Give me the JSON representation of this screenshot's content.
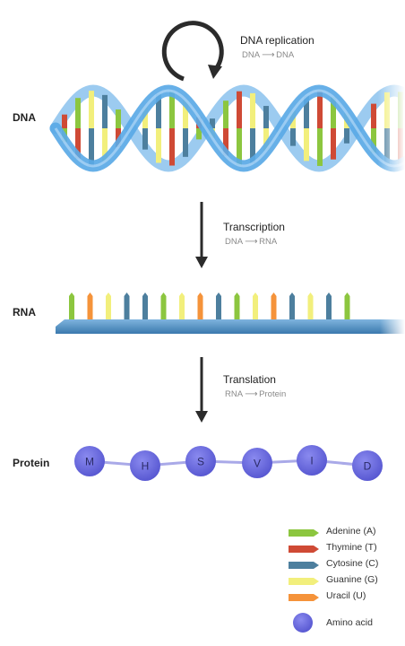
{
  "rows": {
    "dna": "DNA",
    "rna": "RNA",
    "protein": "Protein"
  },
  "steps": {
    "replication": {
      "title": "DNA replication",
      "from": "DNA",
      "to": "DNA"
    },
    "transcription": {
      "title": "Transcription",
      "from": "DNA",
      "to": "RNA"
    },
    "translation": {
      "title": "Translation",
      "from": "RNA",
      "to": "Protein"
    }
  },
  "bases": {
    "A": {
      "name": "Adenine (A)",
      "color": "#8cc63f"
    },
    "T": {
      "name": "Thymine (T)",
      "color": "#cf4a35"
    },
    "C": {
      "name": "Cytosine (C)",
      "color": "#4d7f9e"
    },
    "G": {
      "name": "Guanine (G)",
      "color": "#f2ef7c"
    },
    "U": {
      "name": "Uracil (U)",
      "color": "#f5933a"
    }
  },
  "legend": {
    "amino_acid": "Amino acid",
    "amino_color": "#6b6bdf"
  },
  "rna_sequence": [
    "A",
    "U",
    "G",
    "C",
    "C",
    "A",
    "G",
    "U",
    "C",
    "A",
    "G",
    "U",
    "C",
    "G",
    "C",
    "A"
  ],
  "protein_sequence": [
    "M",
    "H",
    "S",
    "V",
    "I",
    "D"
  ],
  "colors": {
    "helix": "#5aa9e6",
    "rna_backbone": "#4d8fc2",
    "arrow": "#2b2b2b"
  }
}
